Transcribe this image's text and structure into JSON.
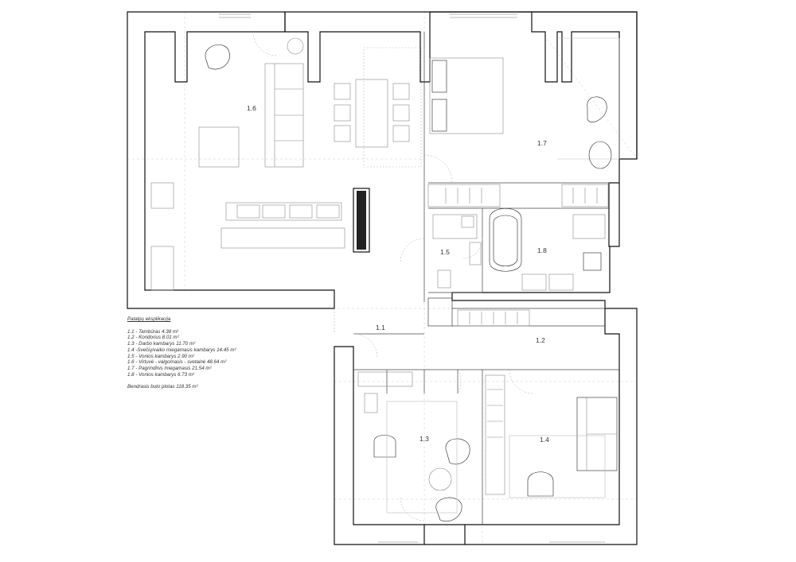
{
  "plan": {
    "rooms": [
      {
        "id": "1.1",
        "label": "1.1"
      },
      {
        "id": "1.2",
        "label": "1.2"
      },
      {
        "id": "1.3",
        "label": "1.3"
      },
      {
        "id": "1.4",
        "label": "1.4"
      },
      {
        "id": "1.5",
        "label": "1.5"
      },
      {
        "id": "1.6",
        "label": "1.6"
      },
      {
        "id": "1.7",
        "label": "1.7"
      },
      {
        "id": "1.8",
        "label": "1.8"
      }
    ]
  },
  "legend": {
    "title": "Patalpų eksplikacija",
    "items": [
      "1.1 - Tambūras 4.38 m²",
      "1.2 - Koridorius 8.01 m²",
      "1.3 - Darbo kambarys 11.70 m²",
      "1.4 -Svečių/vaiko miegamasis kambarys 14.45 m²",
      "1.5 - Vonios kambarys 2.90 m²",
      "1.6 - Virtuvė - valgomasis - svetainė 48.64 m²",
      "1.7 - Pagrindinis miegamasis 21.54 m²",
      "1.8 - Vonios kambarys 6.73 m²"
    ],
    "total": "Bendrasis buto plotas 118.35 m²"
  }
}
